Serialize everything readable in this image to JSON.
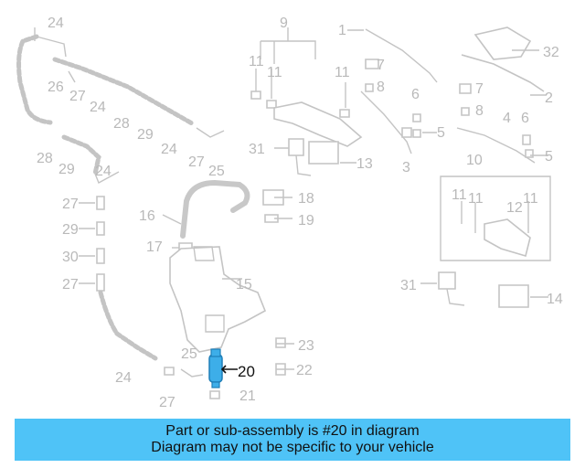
{
  "diagram": {
    "callouts": [
      "24",
      "26",
      "27",
      "24",
      "28",
      "29",
      "24",
      "27",
      "25",
      "28",
      "29",
      "24",
      "27",
      "29",
      "30",
      "27",
      "24",
      "27",
      "25",
      "9",
      "11",
      "11",
      "11",
      "1",
      "32",
      "7",
      "8",
      "2",
      "7",
      "6",
      "8",
      "5",
      "4",
      "6",
      "5",
      "31",
      "13",
      "3",
      "10",
      "11",
      "11",
      "12",
      "11",
      "18",
      "16",
      "19",
      "17",
      "15",
      "31",
      "14",
      "23",
      "20",
      "22",
      "21"
    ],
    "highlighted": {
      "part": "20",
      "color": "#3daee9"
    }
  },
  "banner": {
    "line1": "Part or sub-assembly is #20 in diagram",
    "line2": "Diagram may not be specific to your vehicle",
    "background": "#4fc3f7"
  }
}
